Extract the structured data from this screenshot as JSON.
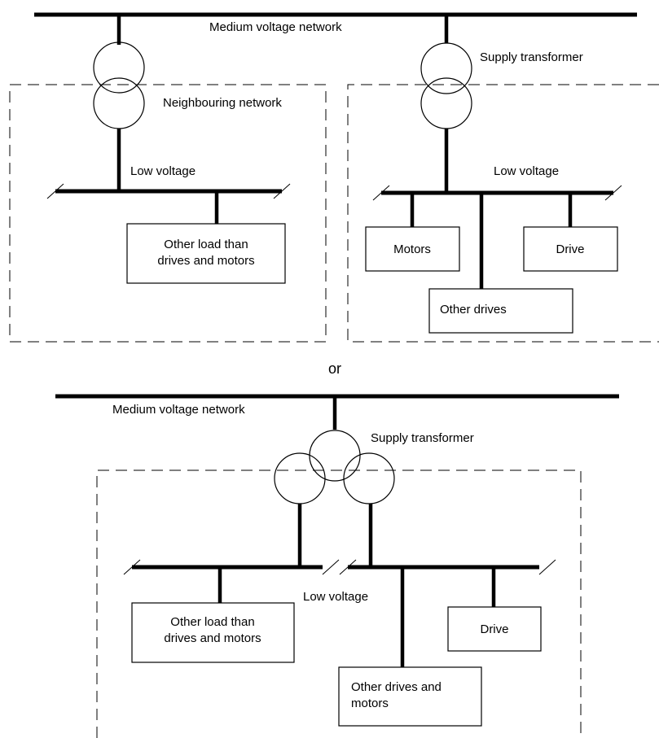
{
  "top": {
    "mv_label": "Medium voltage network",
    "supply_transformer_label": "Supply transformer",
    "neighbouring_label": "Neighbouring network",
    "left_lv_label": "Low voltage",
    "right_lv_label": "Low voltage",
    "other_load_line1": "Other load than",
    "other_load_line2": "drives and motors",
    "motors_label": "Motors",
    "drive_label": "Drive",
    "other_drives_label": "Other drives"
  },
  "separator": "or",
  "bottom": {
    "mv_label": "Medium voltage network",
    "supply_transformer_label": "Supply transformer",
    "lv_label": "Low voltage",
    "other_load_line1": "Other load than",
    "other_load_line2": "drives and motors",
    "drive_label": "Drive",
    "other_drives_line1": "Other drives and",
    "other_drives_line2": "motors"
  }
}
